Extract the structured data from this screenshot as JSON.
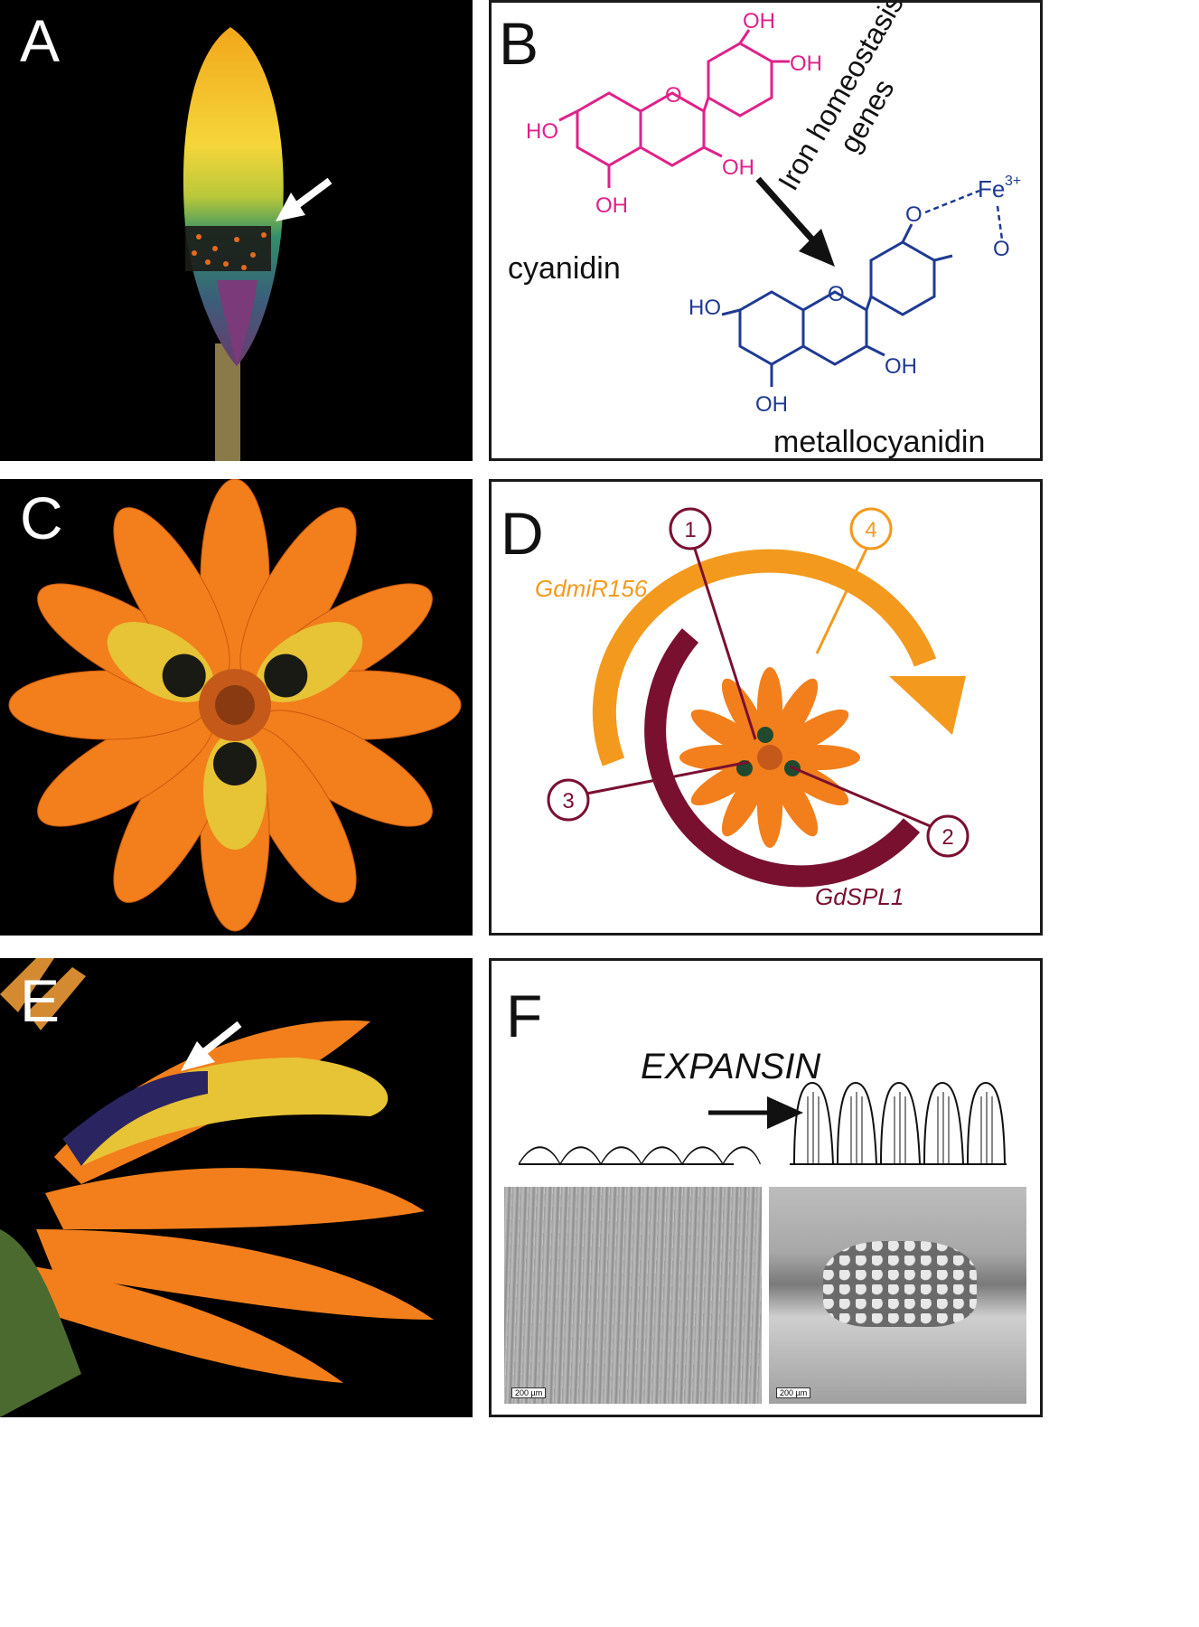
{
  "panels": {
    "A": {
      "letter": "A"
    },
    "B": {
      "letter": "B",
      "cyanidin": {
        "oh_top1": "OH",
        "oh_top2": "OH",
        "ho_left": "HO",
        "ring_o": "O",
        "oh_right": "OH",
        "oh_bottom": "OH",
        "name": "cyanidin"
      },
      "arrow_label_line1": "Iron homeostasis",
      "arrow_label_line2": "genes",
      "metallo": {
        "fe": "Fe",
        "fe_charge": "3+",
        "o1": "O",
        "o2": "O",
        "ring_o": "O",
        "ho_left": "HO",
        "oh_right": "OH",
        "oh_bottom": "OH",
        "name": "metallocyanidin"
      }
    },
    "C": {
      "letter": "C"
    },
    "D": {
      "letter": "D",
      "mirna_label": "GdmiR156",
      "spl_label": "GdSPL1",
      "stages": [
        "1",
        "2",
        "3",
        "4"
      ]
    },
    "E": {
      "letter": "E"
    },
    "F": {
      "letter": "F",
      "gene_label": "EXPANSIN",
      "scale_left": "200 µm",
      "scale_right": "200 µm"
    }
  },
  "colors": {
    "cyanidin": "#e0218a",
    "metallocyanidin": "#1f3a93",
    "mirna": "#f39a1e",
    "spl": "#7a1030",
    "petal_orange": "#f27f1b",
    "background_photo": "#000000"
  }
}
